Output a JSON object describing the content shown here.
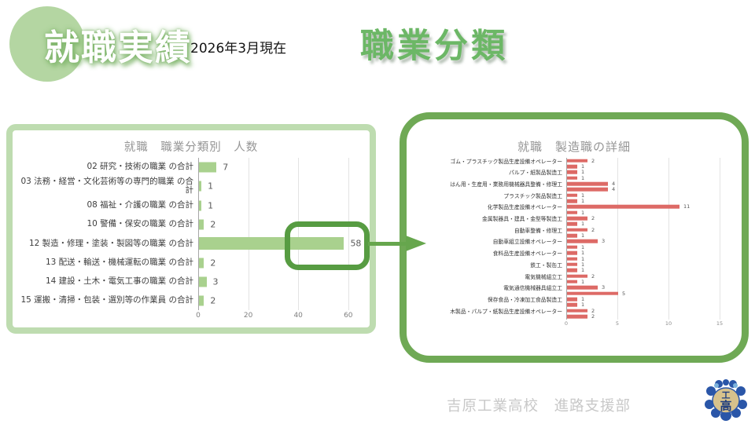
{
  "slide": {
    "title": "就職実績",
    "date_note": "2026年3月現在",
    "section_title": "職業分類",
    "footer": "吉原工業高校　進路支援部",
    "logo_text_top": "工",
    "logo_text_bottom": "高"
  },
  "colors": {
    "accent_green_light": "#b4d6a2",
    "panel_border_light": "#bedcb0",
    "panel_border_dark": "#6fa955",
    "highlight_green": "#579c42",
    "arrow_green": "#66a64d",
    "section_title_green": "#6cb766",
    "bar_green": "#a9d18e",
    "bar_red": "#dd6a66",
    "chart_title_gray": "#959595",
    "footer_gray": "#c8c8c8"
  },
  "chart_data": [
    {
      "type": "bar",
      "orientation": "horizontal",
      "title": "就職　職業分類別　人数",
      "categories": [
        "02 研究・技術の職業 の合計",
        "03 法務・経営・文化芸術等の専門的職業 の合計",
        "08 福祉・介護の職業 の合計",
        "10 警備・保安の職業 の合計",
        "12 製造・修理・塗装・製図等の職業 の合計",
        "13 配送・輸送・機械運転の職業 の合計",
        "14 建設・土木・電気工事の職業 の合計",
        "15 運搬・清掃・包装・選別等の作業員 の合計"
      ],
      "values": [
        7,
        1,
        1,
        2,
        58,
        2,
        3,
        2
      ],
      "highlight_index": 4,
      "xlabel": "",
      "ylabel": "",
      "xlim": [
        0,
        60
      ],
      "xticks": [
        0,
        20,
        40,
        60
      ],
      "grid": true,
      "legend": false,
      "bar_color": "#a9d18e"
    },
    {
      "type": "bar",
      "orientation": "horizontal",
      "title": "就職　製造職の詳細",
      "categories": [
        "ゴム・プラスチック製品生産設備オペレーター",
        "パルプ・紙製品製造工",
        "はん用・生産用・業務用機械器具整備・修理工",
        "プラスチック製品製造工",
        "化学製品生産設備オペレーター",
        "金属製器具・建具・金型等製造工",
        "自動車整備・修理工",
        "自動車組立設備オペレーター",
        "食料品生産設備オペレーター",
        "鉄工・製缶工",
        "電気機械組立工",
        "電気通信機械器具組立工",
        "保存食品・冷凍加工食品製造工",
        "木製品・パルプ・紙製品生産設備オペレーター"
      ],
      "series": [
        {
          "name": "",
          "values": [
            2,
            1,
            4,
            1,
            11,
            2,
            2,
            3,
            1,
            1,
            2,
            3,
            1,
            2
          ]
        },
        {
          "name": "",
          "values": [
            1,
            1,
            4,
            1,
            1,
            1,
            1,
            1,
            1,
            1,
            1,
            5,
            1,
            2
          ]
        }
      ],
      "xlabel": "",
      "ylabel": "",
      "xlim": [
        0,
        15
      ],
      "xticks": [
        0,
        5,
        10,
        15
      ],
      "grid": true,
      "legend": false,
      "bar_color": "#dd6a66"
    }
  ]
}
